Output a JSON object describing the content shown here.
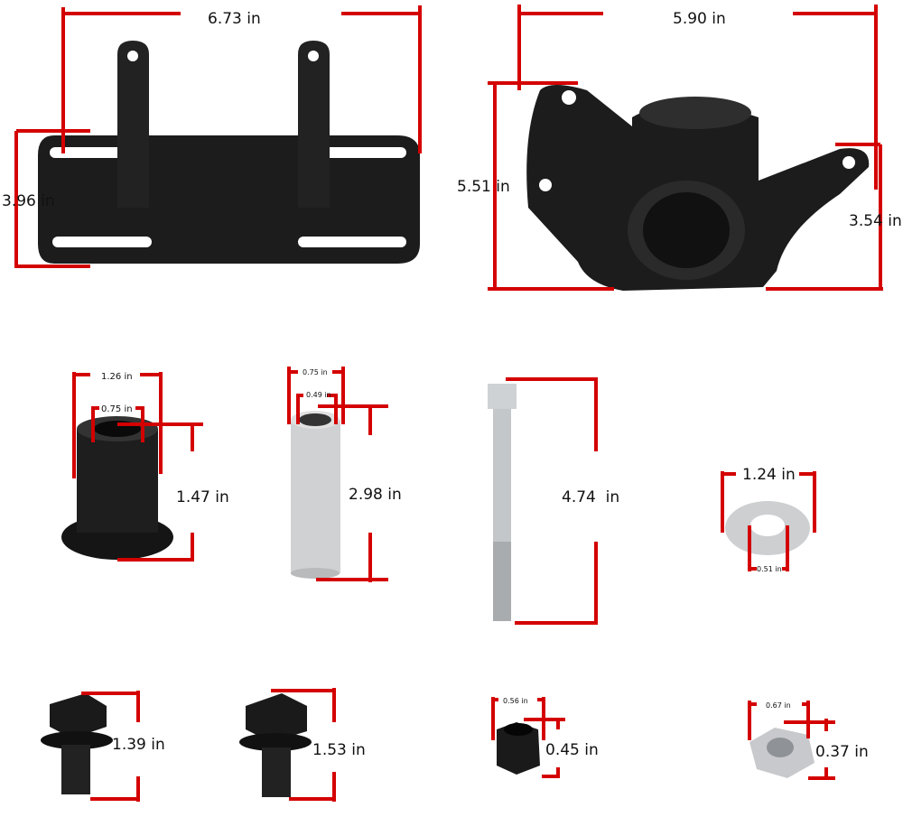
{
  "colors": {
    "dimension_line": "#d40000",
    "black_part": "#1a1a1a",
    "steel_part": "#c9cbcd"
  },
  "parts": [
    {
      "name": "mount-plate",
      "dimensions": {
        "width": "6.73 in",
        "height": "3.96 in"
      }
    },
    {
      "name": "motor-mount-bracket",
      "dimensions": {
        "width": "5.90 in",
        "height_left": "5.51 in",
        "height_right": "3.54 in"
      }
    },
    {
      "name": "flanged-bushing",
      "dimensions": {
        "outer_diameter": "1.26 in",
        "inner_diameter": "0.75 in",
        "height": "1.47 in"
      }
    },
    {
      "name": "spacer-sleeve",
      "dimensions": {
        "outer_diameter": "0.75 in",
        "inner_diameter": "0.49 in",
        "length": "2.98 in"
      }
    },
    {
      "name": "long-bolt",
      "dimensions": {
        "length": "4.74  in"
      }
    },
    {
      "name": "flat-washer",
      "dimensions": {
        "outer_diameter": "1.24 in",
        "inner_diameter": "0.51 in"
      }
    },
    {
      "name": "black-flange-bolt-small",
      "dimensions": {
        "length": "1.39 in"
      }
    },
    {
      "name": "black-flange-bolt-large",
      "dimensions": {
        "length": "1.53 in"
      }
    },
    {
      "name": "black-lock-nut",
      "dimensions": {
        "width": "0.56 in",
        "height": "0.45 in"
      }
    },
    {
      "name": "steel-hex-nut",
      "dimensions": {
        "width": "0.67 in",
        "height": "0.37 in"
      }
    }
  ]
}
